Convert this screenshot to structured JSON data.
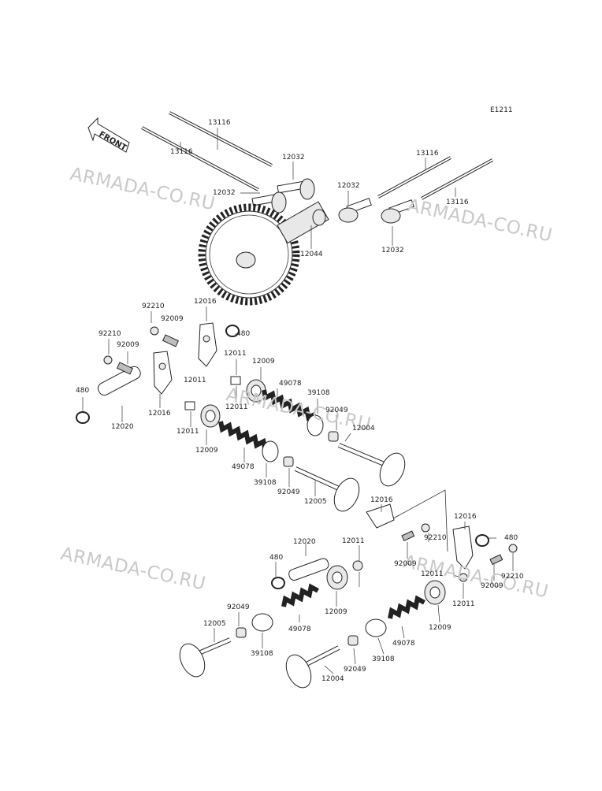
{
  "diagram_code": "E1211",
  "front_label": "FRONT",
  "watermark": "ARMADA-CO.RU",
  "callouts": [
    {
      "id": "c01",
      "text": "13116"
    },
    {
      "id": "c02",
      "text": "13116"
    },
    {
      "id": "c03",
      "text": "13116"
    },
    {
      "id": "c04",
      "text": "13116"
    },
    {
      "id": "c05",
      "text": "12032"
    },
    {
      "id": "c06",
      "text": "12032"
    },
    {
      "id": "c07",
      "text": "12032"
    },
    {
      "id": "c08",
      "text": "12032"
    },
    {
      "id": "c09",
      "text": "12044"
    },
    {
      "id": "c10",
      "text": "92210"
    },
    {
      "id": "c11",
      "text": "92210"
    },
    {
      "id": "c12",
      "text": "92009"
    },
    {
      "id": "c13",
      "text": "92009"
    },
    {
      "id": "c14",
      "text": "12016"
    },
    {
      "id": "c15",
      "text": "12016"
    },
    {
      "id": "c16",
      "text": "480"
    },
    {
      "id": "c17",
      "text": "480"
    },
    {
      "id": "c18",
      "text": "12020"
    },
    {
      "id": "c19",
      "text": "12011"
    },
    {
      "id": "c20",
      "text": "12011"
    },
    {
      "id": "c21",
      "text": "12011"
    },
    {
      "id": "c22",
      "text": "12011"
    },
    {
      "id": "c23",
      "text": "12009"
    },
    {
      "id": "c24",
      "text": "12009"
    },
    {
      "id": "c25",
      "text": "49078"
    },
    {
      "id": "c26",
      "text": "39108"
    },
    {
      "id": "c27",
      "text": "92049"
    },
    {
      "id": "c28",
      "text": "12004"
    },
    {
      "id": "c29",
      "text": "49078"
    },
    {
      "id": "c30",
      "text": "39108"
    },
    {
      "id": "c31",
      "text": "92049"
    },
    {
      "id": "c32",
      "text": "12005"
    },
    {
      "id": "c33",
      "text": "12016"
    },
    {
      "id": "c34",
      "text": "12016"
    },
    {
      "id": "c35",
      "text": "92210"
    },
    {
      "id": "c36",
      "text": "92009"
    },
    {
      "id": "c37",
      "text": "480"
    },
    {
      "id": "c38",
      "text": "92210"
    },
    {
      "id": "c39",
      "text": "92009"
    },
    {
      "id": "c40",
      "text": "12011"
    },
    {
      "id": "c41",
      "text": "12011"
    },
    {
      "id": "c42",
      "text": "12011"
    },
    {
      "id": "c43",
      "text": "12020"
    },
    {
      "id": "c44",
      "text": "480"
    },
    {
      "id": "c45",
      "text": "12009"
    },
    {
      "id": "c46",
      "text": "49078"
    },
    {
      "id": "c47",
      "text": "92049"
    },
    {
      "id": "c48",
      "text": "12005"
    },
    {
      "id": "c49",
      "text": "39108"
    },
    {
      "id": "c50",
      "text": "12009"
    },
    {
      "id": "c51",
      "text": "49078"
    },
    {
      "id": "c52",
      "text": "39108"
    },
    {
      "id": "c53",
      "text": "92049"
    },
    {
      "id": "c54",
      "text": "12004"
    }
  ]
}
